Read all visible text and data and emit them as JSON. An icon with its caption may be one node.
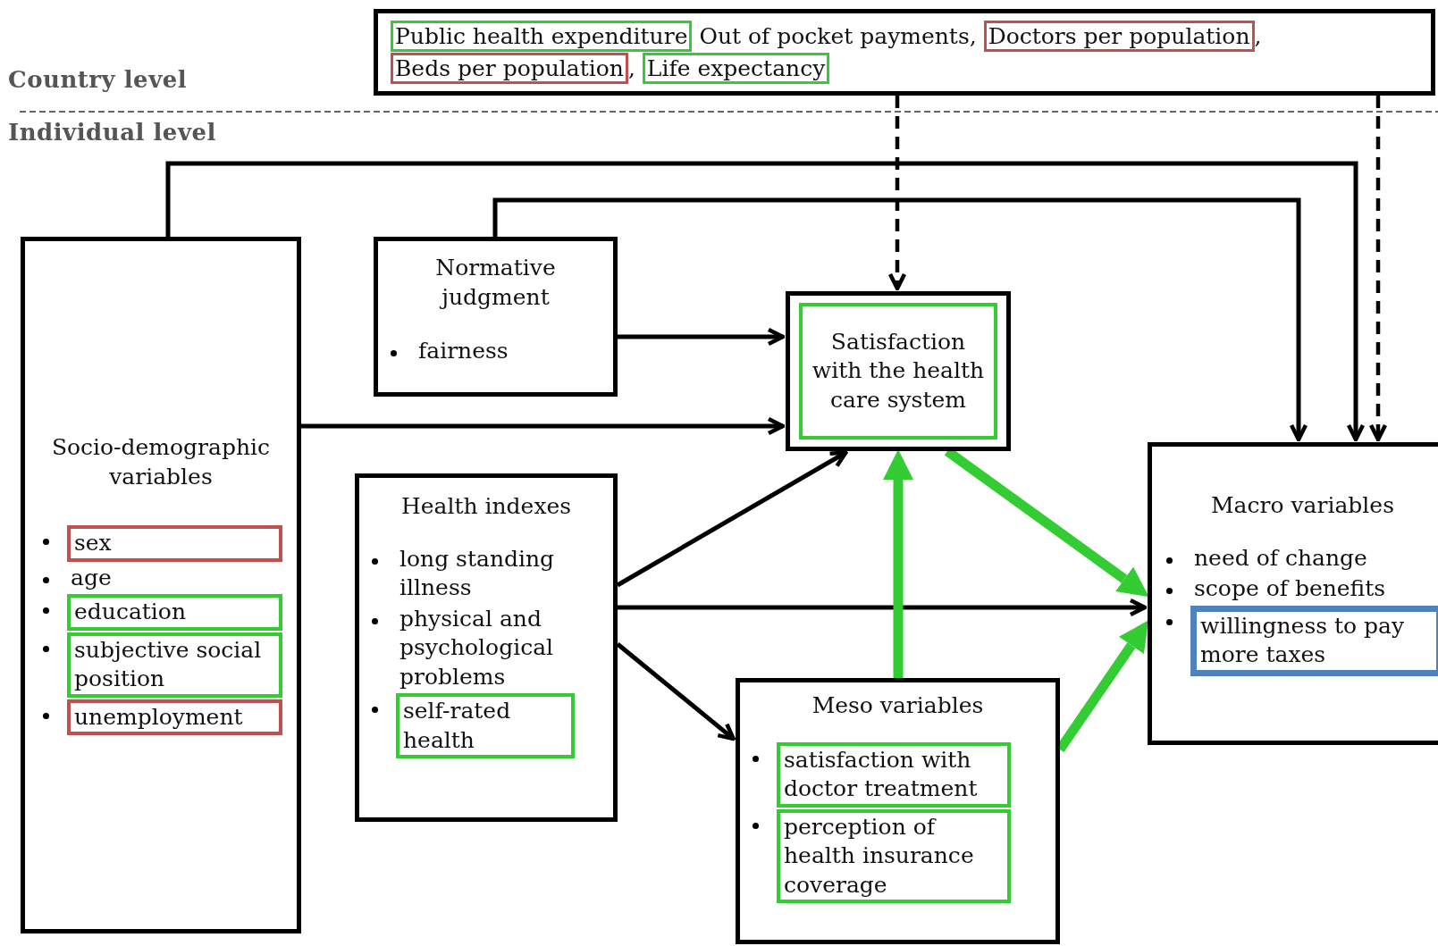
{
  "diagram": {
    "nodes": [
      {
        "text": [
          "Out of pocket payments,",
          ",",
          ","
        ]
      },
      {
        "text": [
          "Public health expenditure"
        ],
        "in": 0
      },
      {
        "text": [
          "Doctors per population"
        ],
        "in": 0
      },
      {
        "text": [
          "Beds per population"
        ],
        "in": 0
      },
      {
        "text": [
          "Life expectancy"
        ],
        "in": 0
      },
      {
        "text": [
          "Socio-demographic variables",
          "age"
        ]
      },
      {
        "text": [
          "sex"
        ],
        "in": 5
      },
      {
        "text": [
          "education"
        ],
        "in": 5
      },
      {
        "text": [
          "subjective social position"
        ],
        "in": 5
      },
      {
        "text": [
          "unemployment"
        ],
        "in": 5
      },
      {
        "text": [
          "Normative judgment",
          "fairness"
        ]
      },
      {
        "text": [],
        "shape": "box"
      },
      {
        "text": [
          "Satisfaction with the health care system"
        ],
        "in": 11
      },
      {
        "text": [
          "Health indexes",
          "long standing illness",
          "physical and psychological problems"
        ]
      },
      {
        "text": [
          "self-rated health"
        ],
        "in": 13
      },
      {
        "text": [
          "Meso variables"
        ]
      },
      {
        "text": [
          "satisfaction with doctor treatment"
        ],
        "in": 15
      },
      {
        "text": [
          "perception of health insurance coverage"
        ],
        "in": 15
      },
      {
        "text": [
          "Macro variables",
          "need of change",
          "scope of benefits"
        ]
      },
      {
        "text": [
          "willingness to pay more taxes"
        ],
        "in": 18
      }
    ],
    "edges": [
      {
        "from": 0,
        "to": 11,
        "arrow": "to",
        "style": "dashed"
      },
      {
        "from": 0,
        "to": 18,
        "arrow": "to",
        "style": "dashed"
      },
      {
        "from": 5,
        "to": 18,
        "arrow": "to"
      },
      {
        "from": 10,
        "to": 18,
        "arrow": "to"
      },
      {
        "from": 10,
        "to": 11,
        "arrow": "to"
      },
      {
        "from": 5,
        "to": 11,
        "arrow": "to"
      },
      {
        "from": 13,
        "to": 11,
        "arrow": "to"
      },
      {
        "from": 13,
        "to": 18,
        "arrow": "to"
      },
      {
        "from": 13,
        "to": 15,
        "arrow": "to"
      },
      {
        "from": 15,
        "to": 11,
        "arrow": "to",
        "style": "thick",
        "color": "#33cc33"
      },
      {
        "from": 11,
        "to": 18,
        "arrow": "to",
        "style": "thick",
        "color": "#33cc33"
      },
      {
        "from": 15,
        "to": 18,
        "arrow": "to",
        "style": "thick",
        "color": "#33cc33"
      }
    ],
    "labels": [
      "Country level",
      "Individual level"
    ]
  }
}
